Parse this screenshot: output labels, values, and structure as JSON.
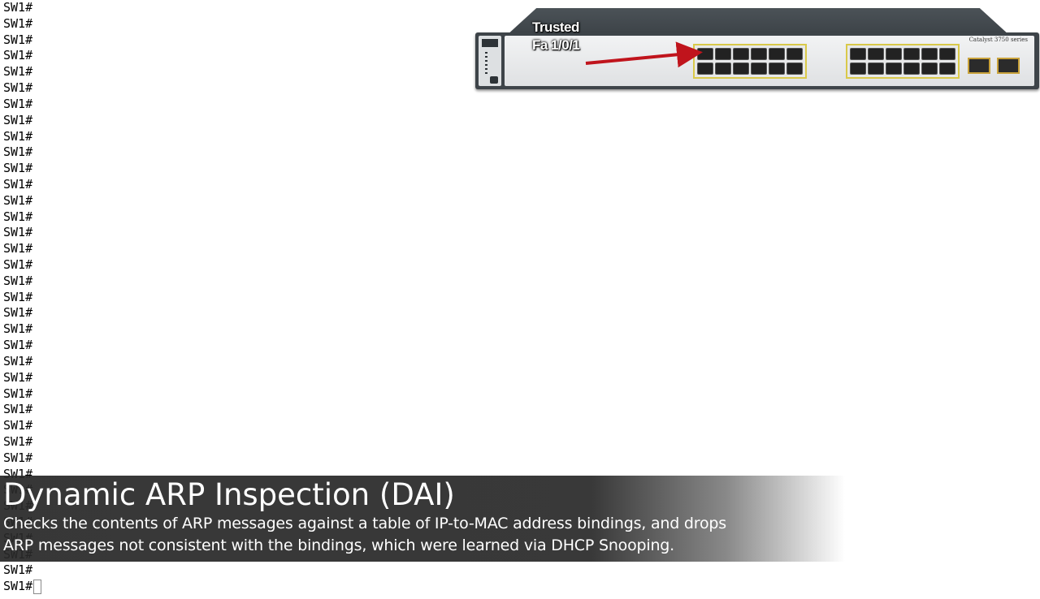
{
  "terminal": {
    "lines": [
      "SW1#",
      "SW1#",
      "SW1#",
      "SW1#",
      "SW1#",
      "SW1#",
      "SW1#",
      "SW1#",
      "SW1#",
      "SW1#",
      "SW1#",
      "SW1#",
      "SW1#",
      "SW1#",
      "SW1#",
      "SW1#",
      "SW1#",
      "SW1#",
      "SW1#",
      "SW1#",
      "SW1#",
      "SW1#",
      "SW1#",
      "SW1#",
      "SW1#",
      "SW1#",
      "SW1#",
      "SW1#",
      "SW1#",
      "SW1#",
      "SW1#",
      "SW1#",
      "SW1#",
      "SW1#",
      "SW1#",
      "SW1#"
    ],
    "active_prompt": "SW1#"
  },
  "switch_image": {
    "model": "Catalyst 3750 series",
    "annotation_line1": "Trusted",
    "annotation_line2": "Fa 1/0/1",
    "arrow_color": "#c0141c",
    "port_highlight_color": "#d9c94a"
  },
  "caption": {
    "title": "Dynamic ARP Inspection (DAI)",
    "line1": "Checks the contents of ARP messages against a table of IP-to-MAC address bindings, and drops",
    "line2": "ARP messages not consistent with the bindings, which were learned via DHCP Snooping."
  }
}
